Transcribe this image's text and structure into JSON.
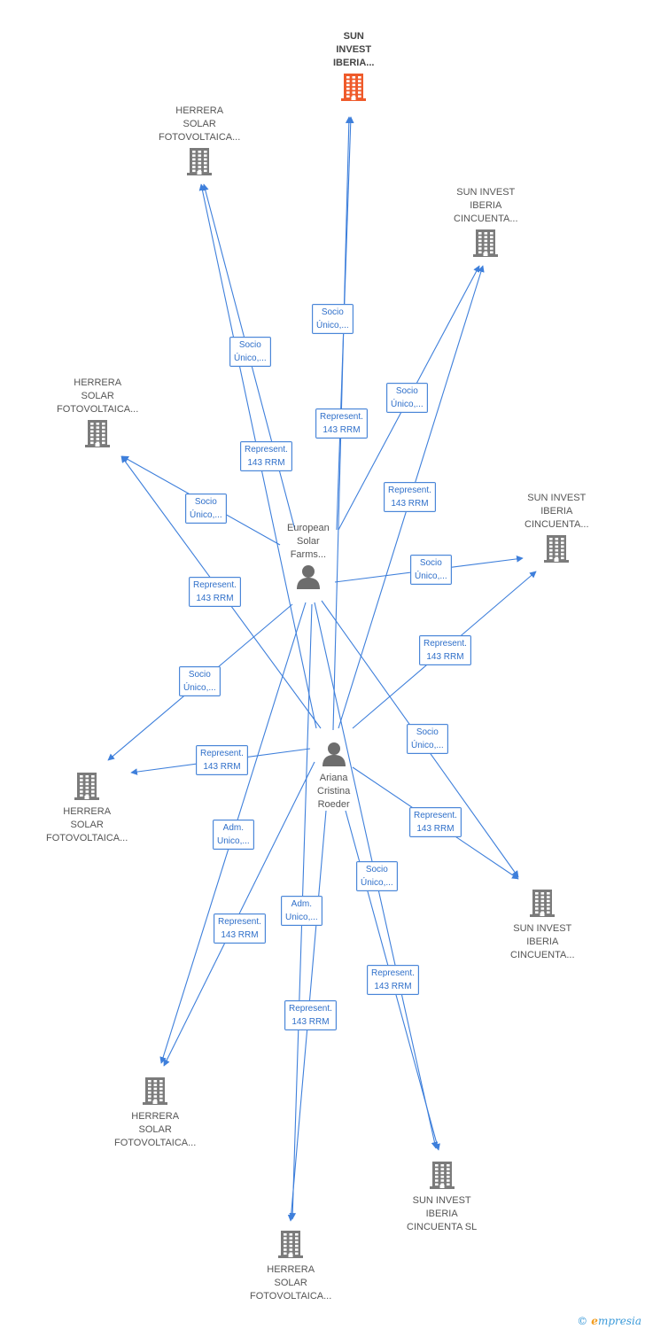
{
  "colors": {
    "edge": "#3e7fdb",
    "building": "#7b7b7b",
    "main_building": "#ef5a2a",
    "person": "#6d6d6d"
  },
  "nodes": {
    "sun_main": {
      "lines": [
        "SUN",
        "INVEST",
        "IBERIA..."
      ],
      "icon": "building-icon",
      "main": true
    },
    "herrera_1": {
      "lines": [
        "HERRERA",
        "SOLAR",
        "FOTOVOLTAICA..."
      ],
      "icon": "building-icon"
    },
    "sun_2": {
      "lines": [
        "SUN INVEST",
        "IBERIA",
        "CINCUENTA..."
      ],
      "icon": "building-icon"
    },
    "herrera_2": {
      "lines": [
        "HERRERA",
        "SOLAR",
        "FOTOVOLTAICA..."
      ],
      "icon": "building-icon"
    },
    "sun_3": {
      "lines": [
        "SUN INVEST",
        "IBERIA",
        "CINCUENTA..."
      ],
      "icon": "building-icon"
    },
    "european": {
      "lines": [
        "European",
        "Solar",
        "Farms..."
      ],
      "icon": "person-icon"
    },
    "ariana": {
      "lines": [
        "Ariana",
        "Cristina",
        "Roeder"
      ],
      "icon": "person-icon"
    },
    "herrera_3": {
      "lines": [
        "HERRERA",
        "SOLAR",
        "FOTOVOLTAICA..."
      ],
      "icon": "building-icon"
    },
    "sun_4": {
      "lines": [
        "SUN INVEST",
        "IBERIA",
        "CINCUENTA..."
      ],
      "icon": "building-icon"
    },
    "herrera_4": {
      "lines": [
        "HERRERA",
        "SOLAR",
        "FOTOVOLTAICA..."
      ],
      "icon": "building-icon"
    },
    "sun_5": {
      "lines": [
        "SUN INVEST",
        "IBERIA",
        "CINCUENTA SL"
      ],
      "icon": "building-icon"
    },
    "herrera_5": {
      "lines": [
        "HERRERA",
        "SOLAR",
        "FOTOVOLTAICA..."
      ],
      "icon": "building-icon"
    }
  },
  "edges": [
    {
      "from": "european",
      "to": "sun_main",
      "label": [
        "Socio",
        "Único,..."
      ]
    },
    {
      "from": "european",
      "to": "herrera_1",
      "label": [
        "Socio",
        "Único,..."
      ]
    },
    {
      "from": "european",
      "to": "sun_2",
      "label": [
        "Socio",
        "Único,..."
      ]
    },
    {
      "from": "european",
      "to": "herrera_2",
      "label": [
        "Socio",
        "Único,..."
      ]
    },
    {
      "from": "european",
      "to": "sun_3",
      "label": [
        "Socio",
        "Único,..."
      ]
    },
    {
      "from": "european",
      "to": "herrera_3",
      "label": [
        "Socio",
        "Único,..."
      ]
    },
    {
      "from": "european",
      "to": "sun_4",
      "label": [
        "Socio",
        "Único,..."
      ]
    },
    {
      "from": "european",
      "to": "sun_5",
      "label": [
        "Socio",
        "Único,..."
      ]
    },
    {
      "from": "european",
      "to": "herrera_4",
      "label": [
        "Adm.",
        "Unico,..."
      ]
    },
    {
      "from": "european",
      "to": "herrera_5",
      "label": [
        "Adm.",
        "Unico,..."
      ]
    },
    {
      "from": "ariana",
      "to": "sun_main",
      "label": [
        "Represent.",
        "143 RRM"
      ]
    },
    {
      "from": "ariana",
      "to": "herrera_1",
      "label": [
        "Represent.",
        "143 RRM"
      ]
    },
    {
      "from": "ariana",
      "to": "sun_2",
      "label": [
        "Represent.",
        "143 RRM"
      ]
    },
    {
      "from": "ariana",
      "to": "herrera_2",
      "label": [
        "Represent.",
        "143 RRM"
      ]
    },
    {
      "from": "ariana",
      "to": "sun_3",
      "label": [
        "Represent.",
        "143 RRM"
      ]
    },
    {
      "from": "ariana",
      "to": "herrera_3",
      "label": [
        "Represent.",
        "143 RRM"
      ]
    },
    {
      "from": "ariana",
      "to": "sun_4",
      "label": [
        "Represent.",
        "143 RRM"
      ]
    },
    {
      "from": "ariana",
      "to": "herrera_4",
      "label": [
        "Represent.",
        "143 RRM"
      ]
    },
    {
      "from": "ariana",
      "to": "sun_5",
      "label": [
        "Represent.",
        "143 RRM"
      ]
    },
    {
      "from": "ariana",
      "to": "herrera_5",
      "label": [
        "Represent.",
        "143 RRM"
      ]
    }
  ],
  "footer": {
    "copyright": "©",
    "brand_e": "e",
    "brand_rest": "mpresia"
  }
}
